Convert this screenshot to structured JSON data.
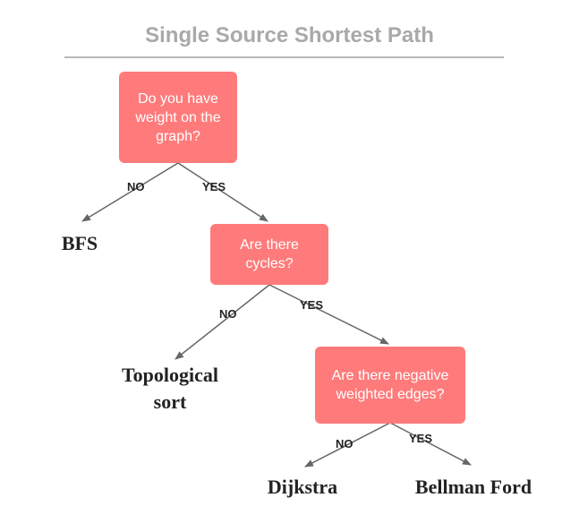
{
  "title": "Single Source Shortest Path",
  "nodes": {
    "q1": "Do you have\nweight on the\ngraph?",
    "q2": "Are there\ncycles?",
    "q3": "Are there negative\nweighted edges?"
  },
  "outcomes": {
    "bfs": "BFS",
    "topo": "Topological\nsort",
    "dijkstra": "Dijkstra",
    "bellman": "Bellman Ford"
  },
  "edge_labels": {
    "no": "NO",
    "yes": "YES"
  },
  "colors": {
    "node_fill": "#ff7b7b",
    "arrow": "#666666"
  }
}
